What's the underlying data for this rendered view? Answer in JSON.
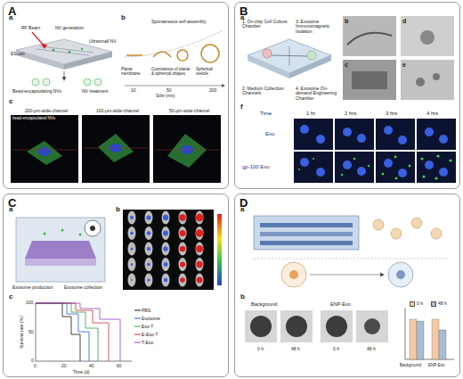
{
  "diagram": {
    "nodes": [
      {
        "text": [
          "A"
        ]
      },
      {
        "text": [
          "B"
        ]
      },
      {
        "text": [
          "C"
        ]
      },
      {
        "text": [
          "D"
        ]
      }
    ],
    "labels": [
      "a",
      "RF Beam",
      "NV generation",
      "ES cell",
      "Ultrasmall NV",
      "Bead-encapsulating NVs",
      "NV treatment",
      "b",
      "Spontaneous self-assembly",
      "Planar membrane",
      "Coexistence of planar & spherical shapes",
      "Spherical vesicle",
      "10",
      "50",
      "200",
      "Size (nm)",
      "c",
      "200-μm-wide-channel",
      "100-μm-wide-channel",
      "50-μm-wide-channel",
      "bead-encapsulated NVs",
      "a",
      "1. On-chip Cell Culture Chamber",
      "3. Exosome Immunomagnetic Isolation",
      "2. Medium Collection Channels",
      "4. Exosome On-demand Engineering Chamber",
      "b",
      "c",
      "d",
      "e",
      "f",
      "Time",
      "1 hr",
      "2 hrs",
      "3 hrs",
      "4 hrs",
      "Exo",
      "gp-100 Exo",
      "a",
      "Exosome production",
      "Exosome collection",
      "b",
      "c",
      "Survival rate (%)",
      "100",
      "50",
      "0",
      "0",
      "20",
      "40",
      "60",
      "Time (d)",
      "a",
      "b",
      "Background",
      "ENP-Exo",
      "0 h",
      "48 h",
      "0 h",
      "48 h",
      "Background",
      "ENP-Exo"
    ],
    "legend": [
      {
        "text": "PBS"
      },
      {
        "text": "Exosome"
      },
      {
        "text": "Exo-T"
      },
      {
        "text": "E-Exo-T"
      },
      {
        "text": "T-Exo"
      },
      {
        "text": "0 h",
        "color": "#f4c9a4"
      },
      {
        "text": "48 h",
        "color": "#a7bdd3"
      }
    ]
  }
}
